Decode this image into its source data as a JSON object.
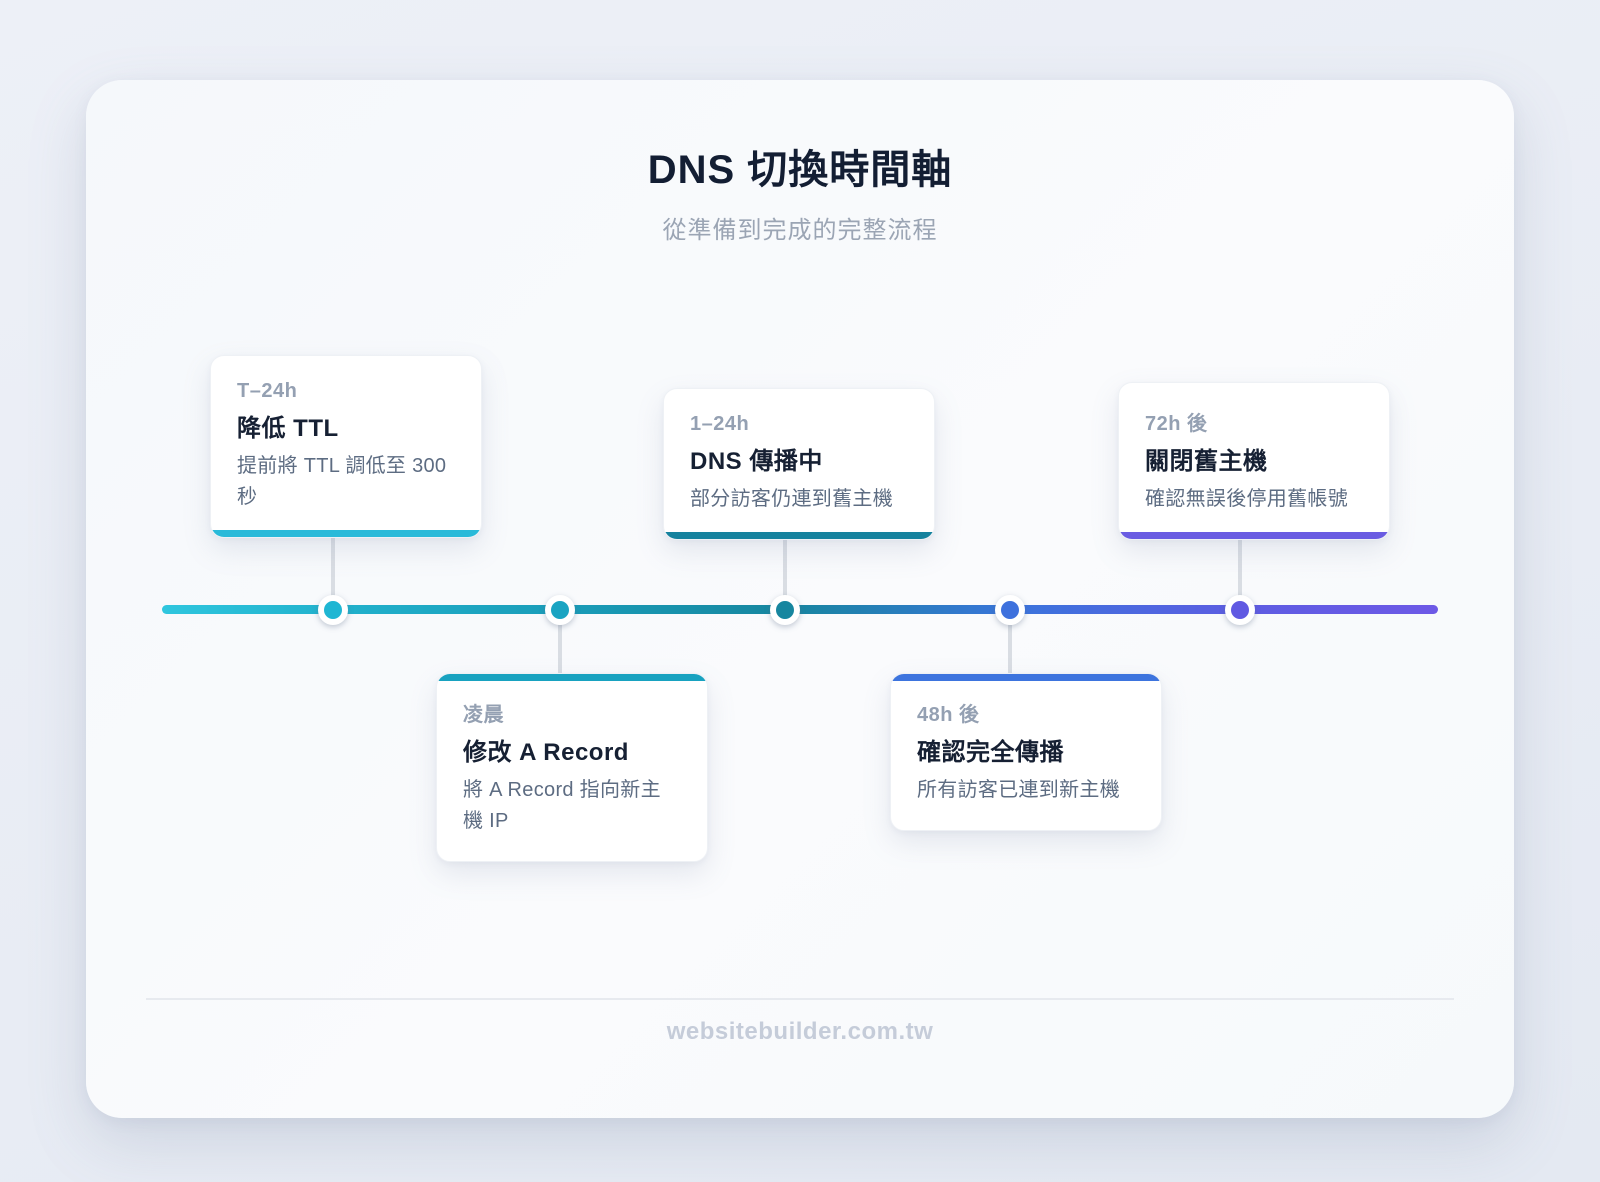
{
  "page": {
    "title": "DNS 切換時間軸",
    "subtitle": "從準備到完成的完整流程",
    "footer": "websitebuilder.com.tw"
  },
  "colors": {
    "line_gradient": "linear-gradient(90deg, #2fc6de 0%, #22b2cd 13%, #1a9db9 31%, #17869f 49%, #3b74dc 67%, #5e5ce2 85%, #6d59e6 100%)"
  },
  "timeline": {
    "items": [
      {
        "time": "T–24h",
        "title": "降低 TTL",
        "desc": "提前將 TTL 調低至 300 秒",
        "accent": "#29bad9",
        "node_color": "#1fb6d3",
        "position": "above"
      },
      {
        "time": "凌晨",
        "title": "修改 A Record",
        "desc": "將 A Record 指向新主機 IP",
        "accent": "#18a2c0",
        "node_color": "#1aa4c2",
        "position": "below"
      },
      {
        "time": "1–24h",
        "title": "DNS 傳播中",
        "desc": "部分訪客仍連到舊主機",
        "accent": "#15829e",
        "node_color": "#17869f",
        "position": "above"
      },
      {
        "time": "48h 後",
        "title": "確認完全傳播",
        "desc": "所有訪客已連到新主機",
        "accent": "#3d74de",
        "node_color": "#3e71dd",
        "position": "below"
      },
      {
        "time": "72h 後",
        "title": "關閉舊主機",
        "desc": "確認無誤後停用舊帳號",
        "accent": "#6a5ce2",
        "node_color": "#6059e2",
        "position": "above"
      }
    ]
  }
}
